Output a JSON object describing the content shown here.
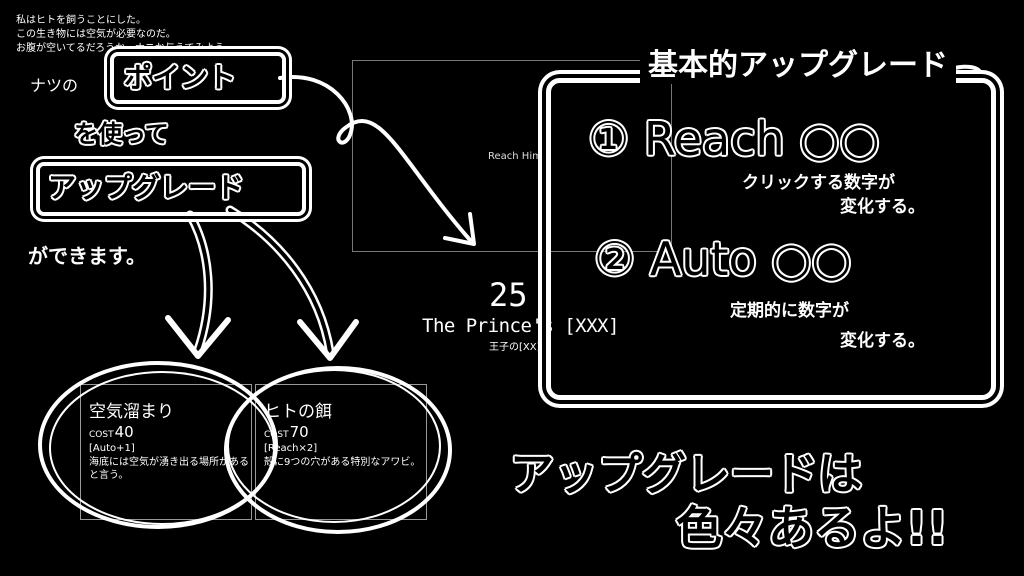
{
  "intro_lines": [
    "私はヒトを飼うことにした。",
    "この生き物には空気が必要なのだ。",
    "お腹が空いてるだろうか。ナニか与えてみよう。"
  ],
  "reach": {
    "label": "Reach Him",
    "count": "25",
    "title_en": "The Prince's [XXX]",
    "title_jp": "王子の[XX]"
  },
  "upgrades": [
    {
      "name": "空気溜まり",
      "cost_label": "COST",
      "cost": "40",
      "effect": "[Auto+1]",
      "desc": "海底には空気が湧き出る場所があると言う。"
    },
    {
      "name": "ヒトの餌",
      "cost_label": "COST",
      "cost": "70",
      "effect": "[Reach×2]",
      "desc": "殻に9つの穴がある特別なアワビ。"
    }
  ],
  "annotations": {
    "left_line1": "ナツの",
    "point": "ポイント",
    "left_line2": "を使って",
    "upgrade": "アップグレード",
    "left_line3": "ができます。",
    "basic_title": "基本的アップグレード",
    "item1_title": "① Reach ○○",
    "item1_desc_a": "クリックする数字が",
    "item1_desc_b": "変化する。",
    "item2_title": "② Auto ○○",
    "item2_desc_a": "定期的に数字が",
    "item2_desc_b": "変化する。",
    "bottom_a": "アップグレードは",
    "bottom_b": "色々あるよ!!"
  }
}
